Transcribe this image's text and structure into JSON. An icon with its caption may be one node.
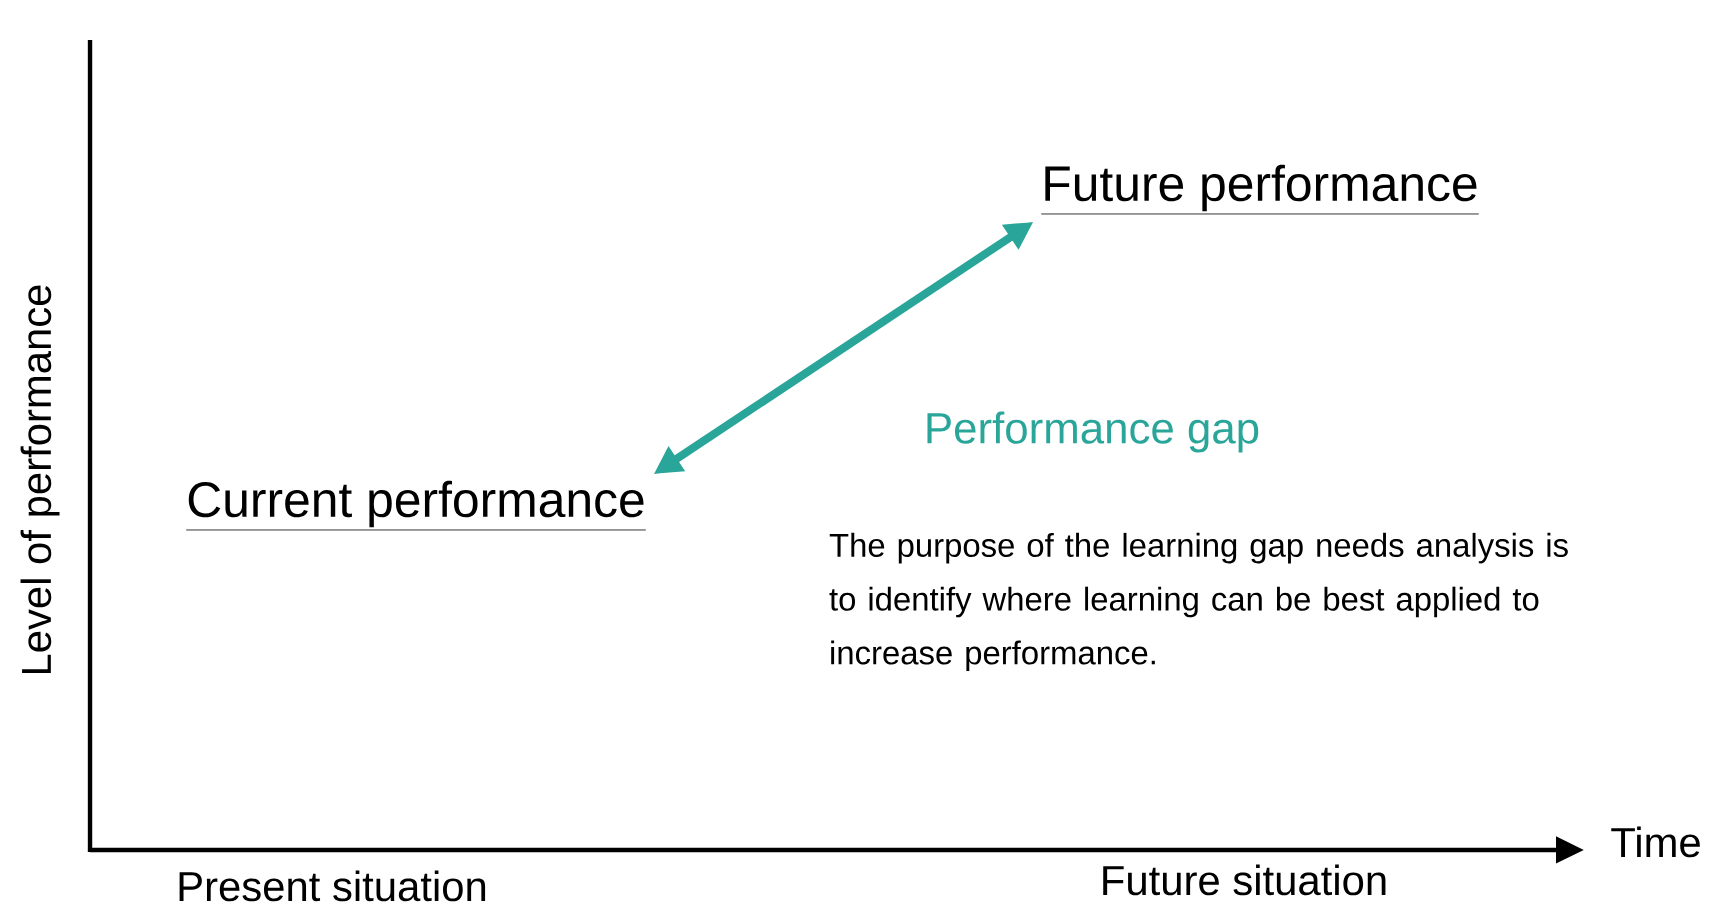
{
  "diagram": {
    "nodes": [
      {
        "text": [
          "Current performance"
        ]
      },
      {
        "text": [
          "Future performance"
        ]
      }
    ],
    "edges": [
      {
        "from": 0,
        "to": 1,
        "arrow": "both",
        "label": "Performance gap",
        "color": "#2aa59a"
      }
    ],
    "labels": [
      "Level of performance",
      "Time",
      "The purpose of the learning gap needs analysis is to identify where learning can be best applied to increase performance.",
      "Present situation",
      "Future situation"
    ]
  }
}
